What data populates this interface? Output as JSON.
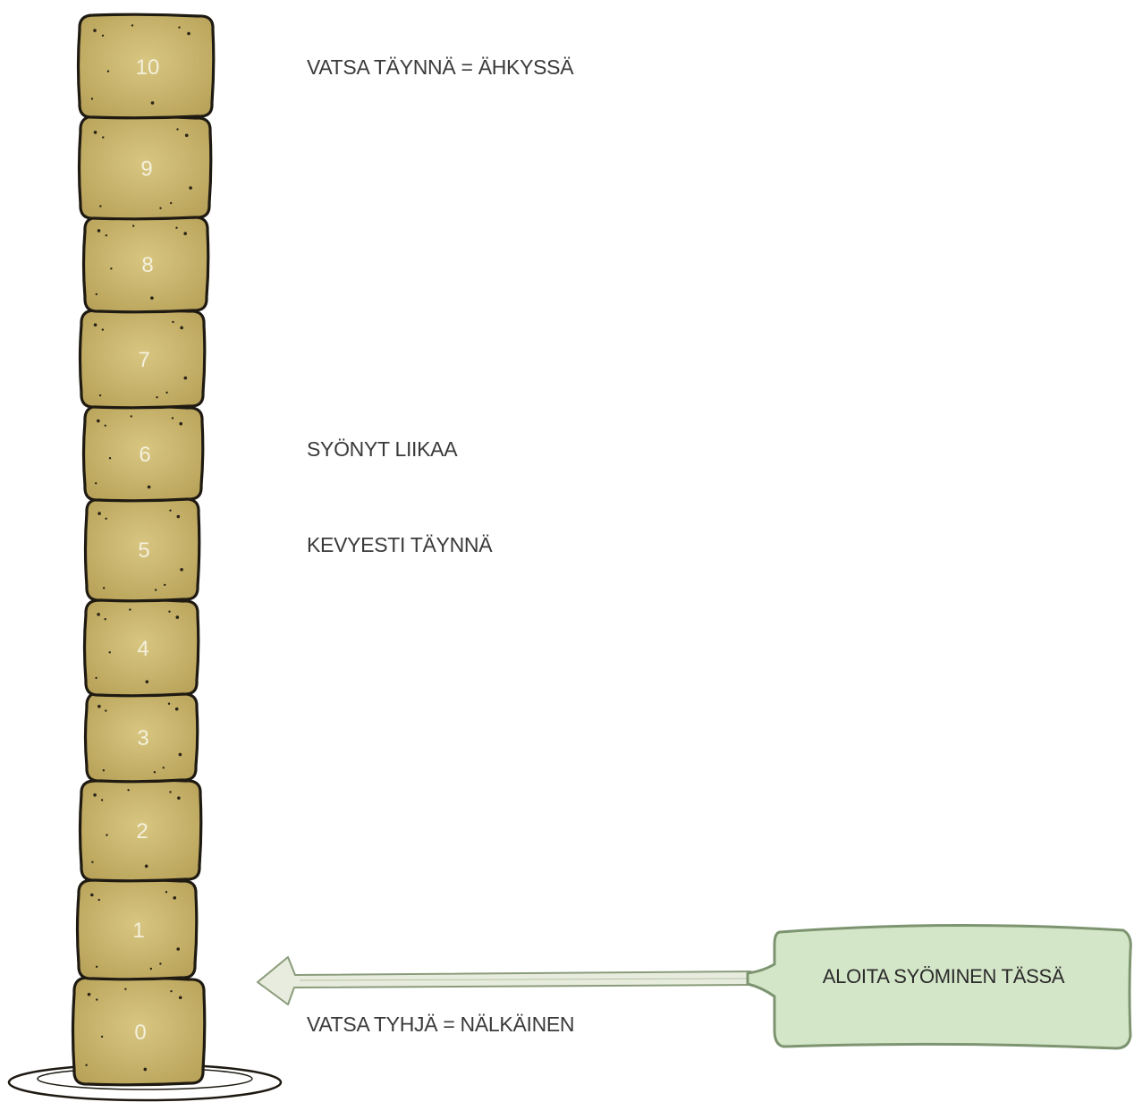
{
  "scale": {
    "levels": [
      "0",
      "1",
      "2",
      "3",
      "4",
      "5",
      "6",
      "7",
      "8",
      "9",
      "10"
    ],
    "block_color": "#c9b56b",
    "block_outline": "#1e1a12",
    "number_color": "#f4f0dc"
  },
  "labels": {
    "top": "VATSA TÄYNNÄ = ÄHKYSSÄ",
    "over": "SYÖNYT LIIKAA",
    "light": "KEVYESTI TÄYNNÄ",
    "empty": "VATSA TYHJÄ = NÄLKÄINEN"
  },
  "callout": {
    "text": "ALOITA SYÖMINEN TÄSSÄ",
    "fill": "#d4e6c8",
    "border": "#7d9470"
  }
}
